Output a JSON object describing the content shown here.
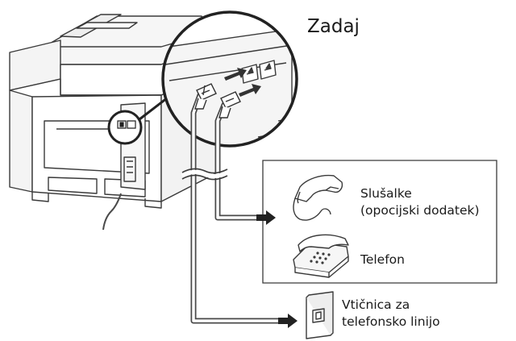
{
  "labels": {
    "title": "Zadaj",
    "handset": "Slušalke\n(opocijski dodatek)",
    "telephone": "Telefon",
    "wall_jack": "Vtičnica za\ntelefonsko linijo"
  },
  "colors": {
    "line": "#3a3a3a",
    "cable": "#5a5a5a",
    "arrow": "#333333",
    "fill": "#f4f4f4"
  },
  "icons": [
    "printer-icon",
    "magnifier-circle-icon",
    "phone-plug-icon",
    "handset-icon",
    "telephone-icon",
    "wall-jack-icon",
    "arrow-right-icon"
  ]
}
